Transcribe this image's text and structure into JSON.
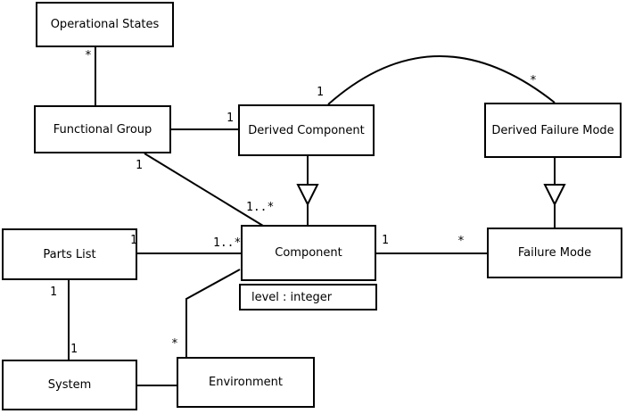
{
  "diagram": {
    "type": "uml-class-diagram",
    "classes": [
      {
        "name": "Operational States"
      },
      {
        "name": "Functional Group"
      },
      {
        "name": "Derived Component"
      },
      {
        "name": "Derived Failure Mode"
      },
      {
        "name": "Parts List"
      },
      {
        "name": "Component",
        "attributes": [
          "level : integer"
        ]
      },
      {
        "name": "Failure Mode"
      },
      {
        "name": "System"
      },
      {
        "name": "Environment"
      }
    ],
    "associations": [
      {
        "from": "Operational States",
        "to": "Functional Group",
        "mult_from": "*",
        "mult_to": ""
      },
      {
        "from": "Functional Group",
        "to": "Derived Component",
        "mult_to": "1"
      },
      {
        "from": "Functional Group",
        "to": "Component",
        "mult_from": "1",
        "mult_to": "1..*"
      },
      {
        "from": "Derived Component",
        "to": "Derived Failure Mode",
        "mult_from": "1",
        "mult_to": "*",
        "shape": "arc"
      },
      {
        "from": "Parts List",
        "to": "Component",
        "mult_from": "1",
        "mult_to": "1..*"
      },
      {
        "from": "Parts List",
        "to": "System",
        "mult_from": "1",
        "mult_to": "1"
      },
      {
        "from": "System",
        "to": "Environment"
      },
      {
        "from": "Environment",
        "to": "Component",
        "mult_from": "*"
      },
      {
        "from": "Component",
        "to": "Failure Mode",
        "mult_from": "1",
        "mult_to": "*"
      }
    ],
    "generalizations": [
      {
        "child": "Derived Component",
        "parent": "Component"
      },
      {
        "child": "Derived Failure Mode",
        "parent": "Failure Mode"
      }
    ]
  },
  "multiplicities": [
    "*",
    "1",
    "1",
    "1..*",
    "1",
    "*",
    "1",
    "1..*",
    "1",
    "*",
    "1",
    "1",
    "*"
  ],
  "colors": {
    "stroke": "#000000",
    "fill": "#ffffff",
    "background": "#ffffff"
  }
}
